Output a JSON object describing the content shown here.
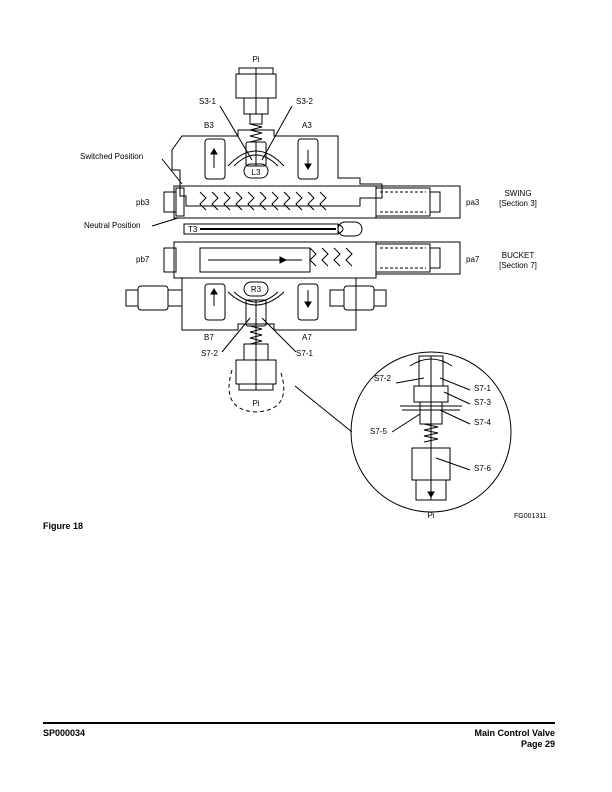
{
  "diagram": {
    "labels": {
      "pi_top": "Pi",
      "s3_1": "S3-1",
      "s3_2": "S3-2",
      "b3": "B3",
      "a3": "A3",
      "switched_position": "Switched Position",
      "l3": "L3",
      "pb3": "pb3",
      "pa3": "pa3",
      "swing": "SWING",
      "section3": "[Section 3]",
      "neutral_position": "Neutral Position",
      "t3": "T3",
      "pb7": "pb7",
      "pa7": "pa7",
      "bucket": "BUCKET",
      "section7": "[Section 7]",
      "r3": "R3",
      "b7": "B7",
      "a7": "A7",
      "s7_2_main": "S7-2",
      "s7_1_main": "S7-1",
      "pi_bottom": "Pi"
    },
    "detail_labels": {
      "s7_2": "S7-2",
      "s7_1": "S7-1",
      "s7_3": "S7-3",
      "s7_4": "S7-4",
      "s7_5": "S7-5",
      "s7_6": "S7-6",
      "pi": "Pi"
    },
    "figure_code": "FG001311"
  },
  "caption": "Figure 18",
  "footer": {
    "doc_number": "SP000034",
    "title": "Main Control Valve",
    "page": "Page 29"
  }
}
